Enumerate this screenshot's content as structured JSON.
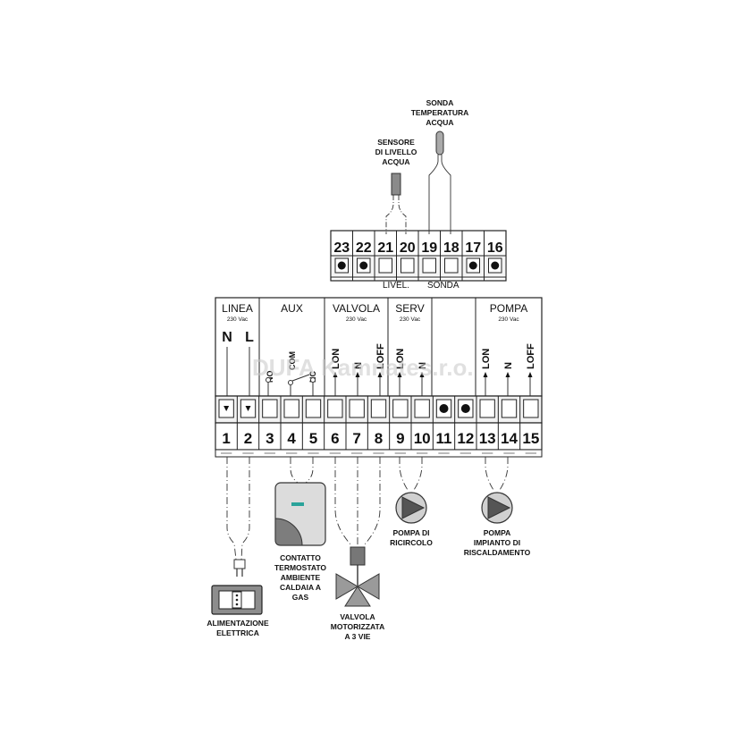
{
  "watermark": "DUFA Kamnates.r.o.",
  "top_terminals": [
    "23",
    "22",
    "21",
    "20",
    "19",
    "18",
    "17",
    "16"
  ],
  "top_group_labels": {
    "livel": "LIVEL.",
    "sonda": "SONDA"
  },
  "sensors": {
    "livello": [
      "SENSORE",
      "DI LIVELLO",
      "ACQUA"
    ],
    "temperatura": [
      "SONDA",
      "TEMPERATURA",
      "ACQUA"
    ]
  },
  "sections": [
    {
      "name": "LINEA",
      "sub": "230 Vac"
    },
    {
      "name": "AUX",
      "sub": ""
    },
    {
      "name": "VALVOLA",
      "sub": "230 Vac"
    },
    {
      "name": "SERV",
      "sub": "230 Vac"
    },
    {
      "name": "",
      "sub": ""
    },
    {
      "name": "POMPA",
      "sub": "230 Vac"
    }
  ],
  "linea_letters": [
    "N",
    "L"
  ],
  "aux_labels": [
    "NO",
    "COM",
    "NC"
  ],
  "valvola_labels": [
    "LON",
    "N",
    "LOFF"
  ],
  "serv_labels": [
    "LON",
    "N"
  ],
  "pompa_labels": [
    "LON",
    "N",
    "LOFF"
  ],
  "bottom_terminals": [
    "1",
    "2",
    "3",
    "4",
    "5",
    "6",
    "7",
    "8",
    "9",
    "10",
    "11",
    "12",
    "13",
    "14",
    "15"
  ],
  "devices": {
    "alimentazione": [
      "ALIMENTAZIONE",
      "ELETTRICA"
    ],
    "termostato": [
      "CONTATTO",
      "TERMOSTATO",
      "AMBIENTE",
      "CALDAIA A",
      "GAS"
    ],
    "valvola": [
      "VALVOLA",
      "MOTORIZZATA",
      "A 3 VIE"
    ],
    "ricircolo": [
      "POMPA DI",
      "RICIRCOLO"
    ],
    "riscaldamento": [
      "POMPA",
      "IMPIANTO DI",
      "RISCALDAMENTO"
    ]
  }
}
